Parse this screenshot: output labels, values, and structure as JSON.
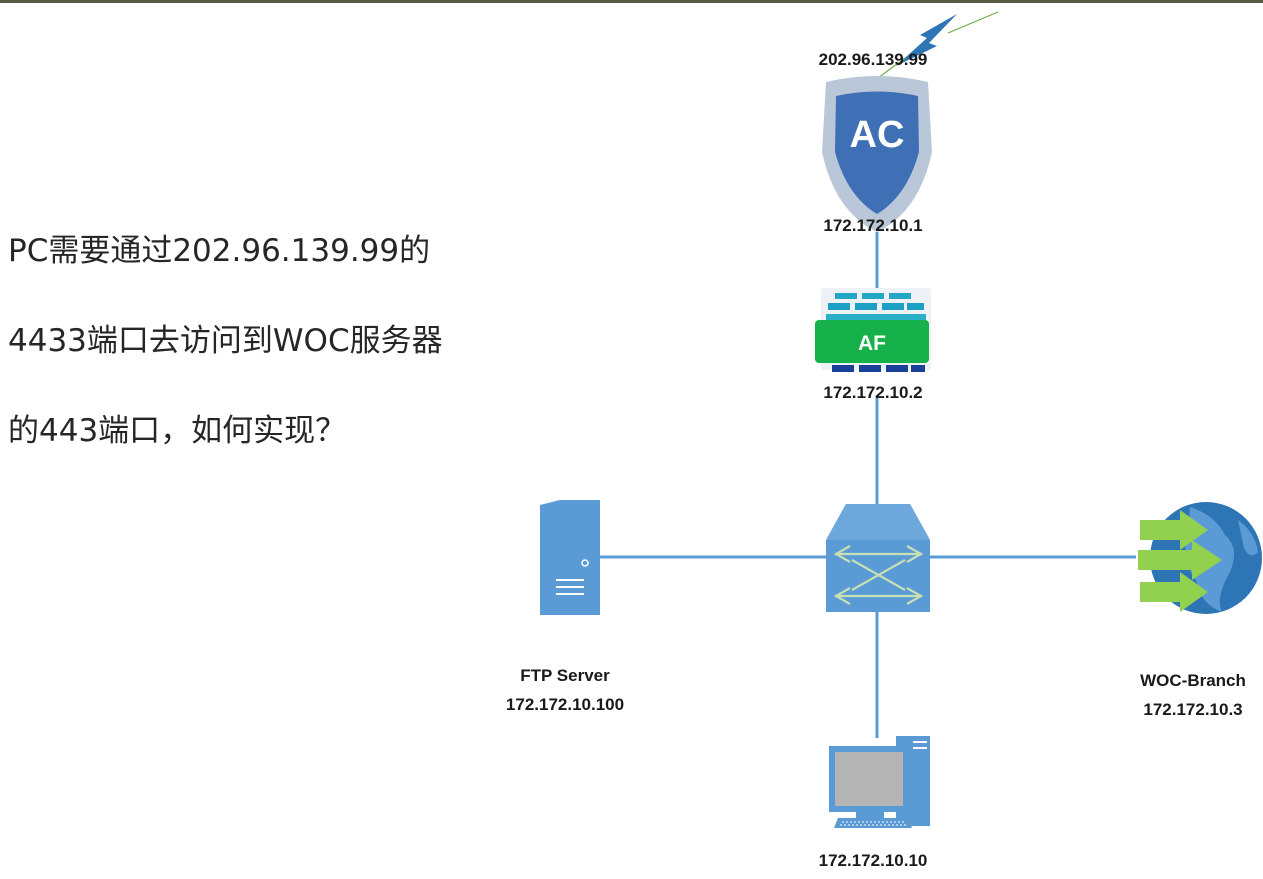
{
  "question": {
    "line1": "PC需要通过202.96.139.99的",
    "line2": "4433端口去访问到WOC服务器",
    "line3": "的443端口，如何实现？"
  },
  "devices": {
    "ac": {
      "label": "AC",
      "wan_ip": "202.96.139.99",
      "lan_ip": "172.172.10.1"
    },
    "af": {
      "label": "AF",
      "ip": "172.172.10.2"
    },
    "switch": {},
    "ftp": {
      "name": "FTP Server",
      "ip": "172.172.10.100"
    },
    "woc": {
      "name": "WOC-Branch",
      "ip": "172.172.10.3"
    },
    "pc": {
      "ip": "172.172.10.10"
    }
  },
  "colors": {
    "link": "#5b9bd5",
    "ac_shield": "#3f6fb5",
    "af_green": "#16b14a",
    "server": "#5b9bd5",
    "wan_bolt": "#2e75b6"
  }
}
